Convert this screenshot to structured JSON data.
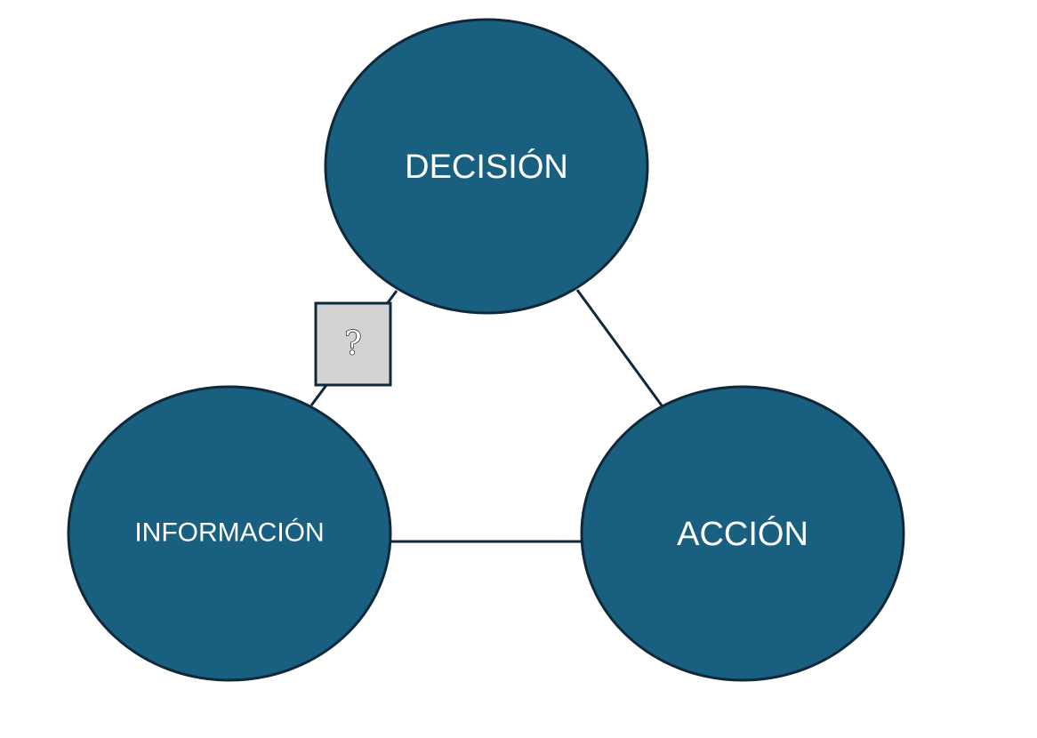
{
  "nodes": {
    "decision": {
      "label": "DECISIÓN"
    },
    "informacion": {
      "label": "INFORMACIÓN"
    },
    "accion": {
      "label": "ACCIÓN"
    }
  },
  "question_marker": {
    "label": "?"
  },
  "colors": {
    "node_fill": "#196080",
    "outline": "#10293a",
    "marker_fill": "#d3d3d3",
    "background": "#ffffff"
  }
}
